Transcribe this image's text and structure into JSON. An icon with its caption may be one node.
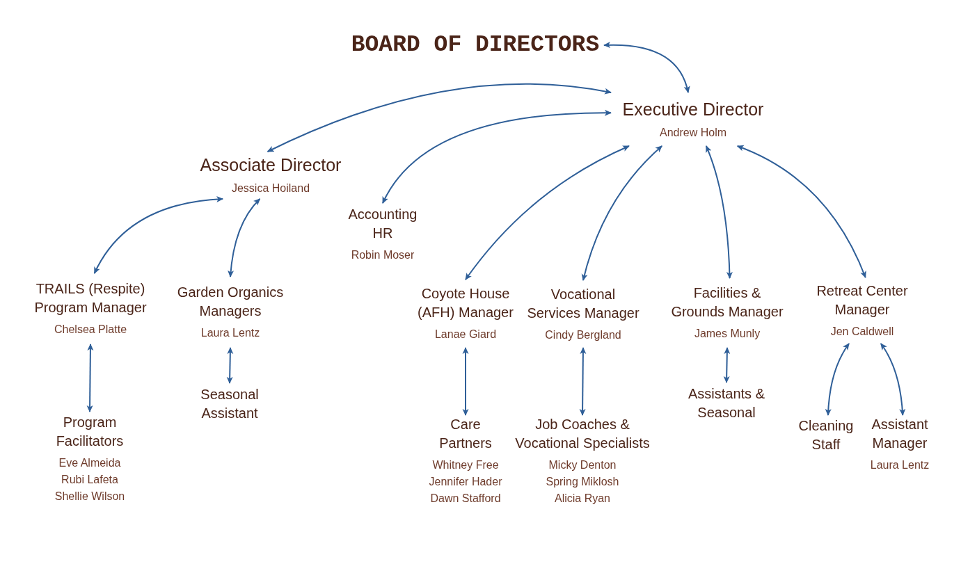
{
  "diagram": {
    "nodes": [
      {
        "text": [
          "BOARD OF DIRECTORS"
        ]
      },
      {
        "text": [
          "Executive Director",
          "Andrew Holm"
        ]
      },
      {
        "text": [
          "Associate Director",
          "Jessica Hoiland"
        ]
      },
      {
        "text": [
          "Accounting HR",
          "Robin Moser"
        ]
      },
      {
        "text": [
          "TRAILS (Respite) Program Manager",
          "Chelsea Platte"
        ]
      },
      {
        "text": [
          "Garden Organics Managers",
          "Laura Lentz"
        ]
      },
      {
        "text": [
          "Coyote House (AFH) Manager",
          "Lanae Giard"
        ]
      },
      {
        "text": [
          "Vocational Services Manager",
          "Cindy Bergland"
        ]
      },
      {
        "text": [
          "Facilities & Grounds Manager",
          "James Munly"
        ]
      },
      {
        "text": [
          "Retreat Center Manager",
          "Jen Caldwell"
        ]
      },
      {
        "text": [
          "Program Facilitators",
          "Eve Almeida",
          "Rubi Lafeta",
          "Shellie Wilson"
        ]
      },
      {
        "text": [
          "Seasonal Assistant"
        ]
      },
      {
        "text": [
          "Care Partners",
          "Whitney Free",
          "Jennifer Hader",
          "Dawn Stafford"
        ]
      },
      {
        "text": [
          "Job Coaches & Vocational Specialists",
          "Micky Denton",
          "Spring Miklosh",
          "Alicia Ryan"
        ]
      },
      {
        "text": [
          "Assistants & Seasonal"
        ]
      },
      {
        "text": [
          "Cleaning Staff"
        ]
      },
      {
        "text": [
          "Assistant Manager",
          "Laura Lentz"
        ]
      }
    ],
    "edges": [
      {
        "from": 0,
        "to": 1,
        "arrow": "both"
      },
      {
        "from": 1,
        "to": 2,
        "arrow": "both"
      },
      {
        "from": 1,
        "to": 3,
        "arrow": "both"
      },
      {
        "from": 1,
        "to": 6,
        "arrow": "both"
      },
      {
        "from": 1,
        "to": 7,
        "arrow": "both"
      },
      {
        "from": 1,
        "to": 8,
        "arrow": "both"
      },
      {
        "from": 1,
        "to": 9,
        "arrow": "both"
      },
      {
        "from": 2,
        "to": 4,
        "arrow": "both"
      },
      {
        "from": 2,
        "to": 5,
        "arrow": "both"
      },
      {
        "from": 4,
        "to": 10,
        "arrow": "both"
      },
      {
        "from": 5,
        "to": 11,
        "arrow": "both"
      },
      {
        "from": 6,
        "to": 12,
        "arrow": "both"
      },
      {
        "from": 7,
        "to": 13,
        "arrow": "both"
      },
      {
        "from": 8,
        "to": 14,
        "arrow": "both"
      },
      {
        "from": 9,
        "to": 15,
        "arrow": "both"
      },
      {
        "from": 9,
        "to": 16,
        "arrow": "both"
      }
    ]
  }
}
